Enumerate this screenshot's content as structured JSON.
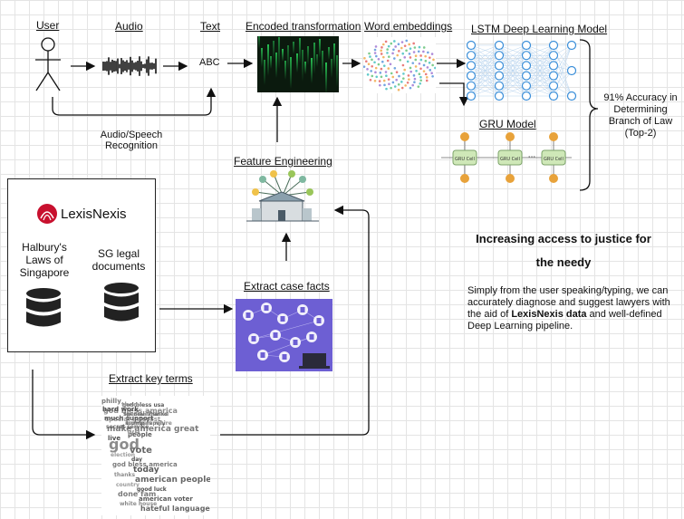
{
  "stages": {
    "user": "User",
    "audio": "Audio",
    "text": "Text",
    "text_value": "ABC",
    "encoded": "Encoded transformation",
    "word_embeddings": "Word embeddings",
    "lstm": "LSTM Deep Learning Model",
    "gru": "GRU Model",
    "gru_cell": "GRU Cell",
    "gru_dots": "···",
    "feature_engineering": "Feature Engineering",
    "extract_case_facts": "Extract case facts",
    "extract_key_terms": "Extract key terms",
    "speech_recognition": "Audio/Speech Recognition"
  },
  "accuracy": "91% Accuracy in Determining Branch of Law (Top-2)",
  "sources": {
    "brand": "LexisNexis",
    "halsbury": "Halbury's Laws of Singapore",
    "sg_legal": "SG legal documents"
  },
  "headline": {
    "line1": "Increasing access to justice for",
    "line2": "the needy"
  },
  "description": {
    "part1": "Simply from the user speaking/typing, we can accurately diagnose and suggest lawyers with the aid of ",
    "bold": "LexisNexis data",
    "part2": " and well-defined Deep Learning pipeline."
  },
  "word_cloud": [
    "philly",
    "god bless usa",
    "god bless america",
    "fox news channel",
    "special interest",
    "trump family",
    "make america great",
    "people",
    "god",
    "vote",
    "election",
    "day",
    "god bless america",
    "today",
    "thanks",
    "american people",
    "country",
    "good luck",
    "done fam",
    "american voter",
    "white house",
    "hateful language",
    "thee",
    "hard work",
    "special thanks",
    "much support",
    "new hampshire",
    "secret service",
    "we",
    "live"
  ],
  "colors": {
    "matrix": "#0b1a0e",
    "matrix_glyph": "#2bd35a",
    "purple": "#6d5fd3",
    "lexis_red": "#c8102e",
    "gru_cell": "#cfe8b8",
    "gru_node": "#e8a23a",
    "lstm_node": "#3b8fd9"
  },
  "icons": [
    "user-stick-figure-icon",
    "audio-waveform-icon",
    "database-icon",
    "lexisnexis-logo-icon",
    "building-icon"
  ]
}
